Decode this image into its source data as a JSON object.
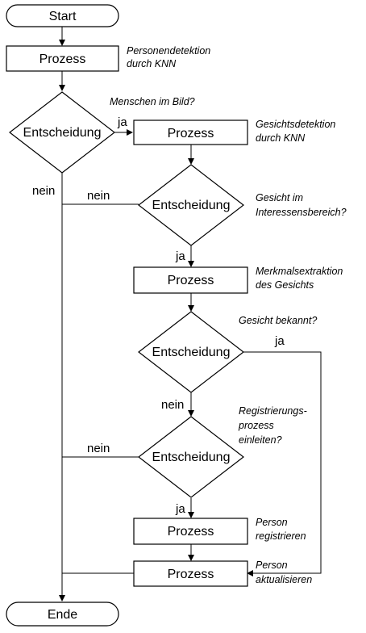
{
  "flowchart": {
    "start": "Start",
    "end": "Ende",
    "process_1": "Prozess",
    "note_1": [
      "Personendetektion",
      "durch KNN"
    ],
    "decision_1": "Entscheidung",
    "question_1": "Menschen im Bild?",
    "d1_yes": "ja",
    "d1_no": "nein",
    "process_2": "Prozess",
    "note_2": [
      "Gesichtsdetektion",
      "durch KNN"
    ],
    "decision_2": "Entscheidung",
    "question_2": [
      "Gesicht im",
      "Interessensbereich?"
    ],
    "d2_no": "nein",
    "d2_yes": "ja",
    "process_3": "Prozess",
    "note_3": [
      "Merkmalsextraktion",
      "des Gesichts"
    ],
    "question_3": "Gesicht bekannt?",
    "decision_3": "Entscheidung",
    "d3_yes": "ja",
    "d3_no": "nein",
    "question_4": [
      "Registrierungs-",
      "prozess",
      "einleiten?"
    ],
    "decision_4": "Entscheidung",
    "d4_no": "nein",
    "d4_yes": "ja",
    "process_4": "Prozess",
    "note_4": [
      "Person",
      "registrieren"
    ],
    "process_5": "Prozess",
    "note_5": [
      "Person",
      "aktualisieren"
    ]
  }
}
